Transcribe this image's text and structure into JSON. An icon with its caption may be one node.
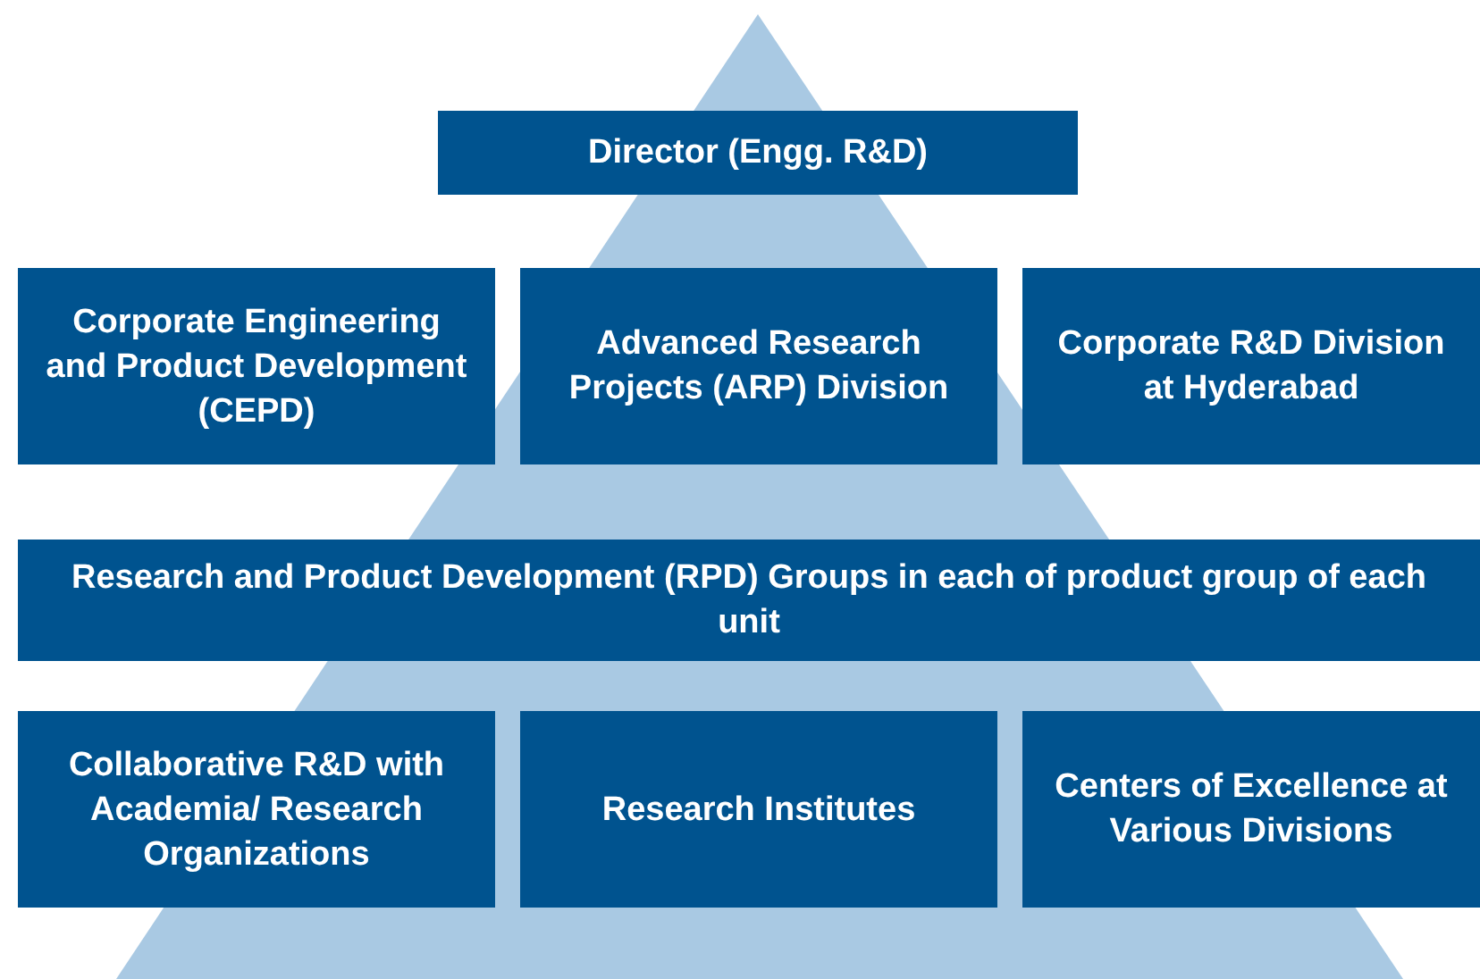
{
  "diagram": {
    "nodes": [
      {
        "text": [
          "Director (Engg. R&D)"
        ]
      },
      {
        "text": [
          "Corporate Engineering and Product Development (CEPD)"
        ]
      },
      {
        "text": [
          "Advanced Research Projects (ARP) Division"
        ]
      },
      {
        "text": [
          "Corporate R&D Division at Hyderabad"
        ]
      },
      {
        "text": [
          "Research and Product Development (RPD) Groups in each of product group of each unit"
        ]
      },
      {
        "text": [
          "Collaborative R&D with Academia/ Research Organizations"
        ]
      },
      {
        "text": [
          "Research Institutes"
        ]
      },
      {
        "text": [
          "Centers of Excellence at Various Divisions"
        ]
      }
    ],
    "edges": []
  }
}
